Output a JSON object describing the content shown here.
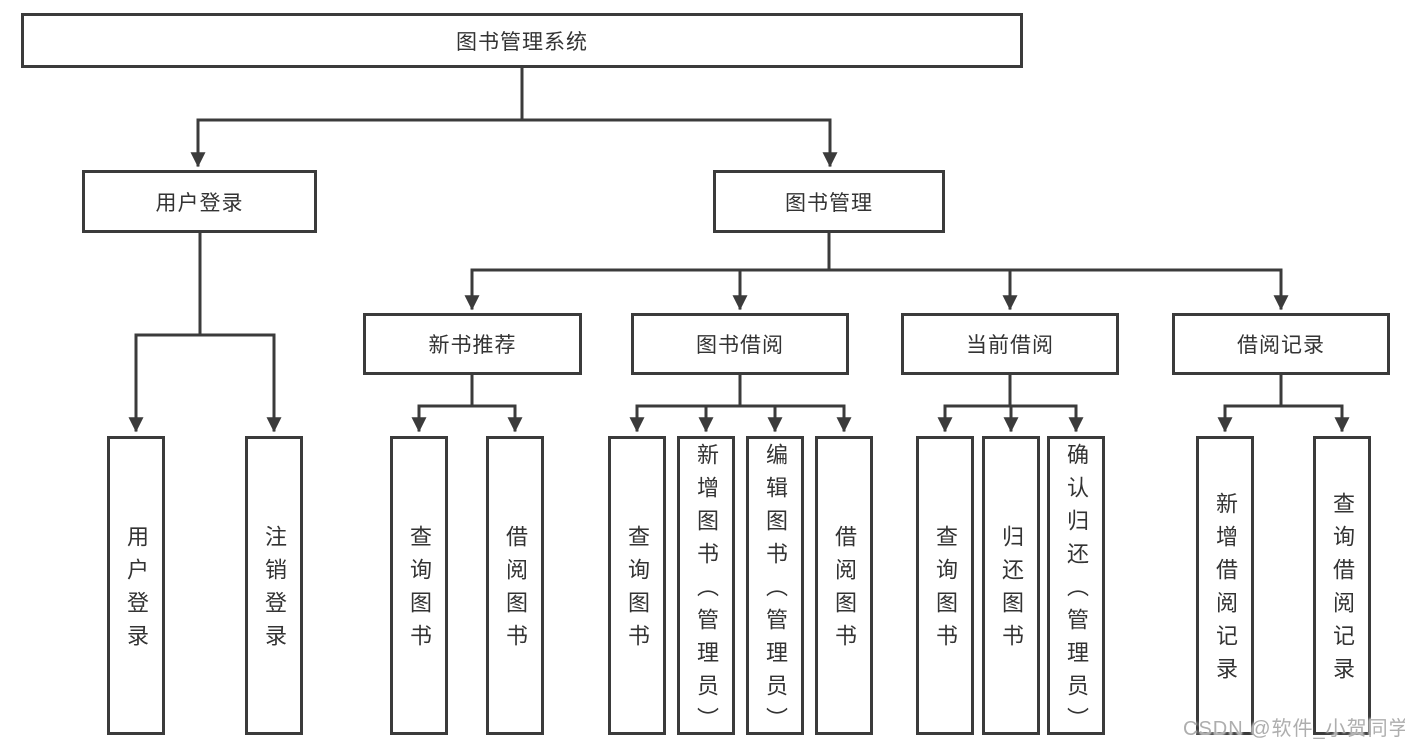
{
  "diagram_title": "图书管理系统",
  "tree": {
    "label": "图书管理系统",
    "children": [
      {
        "label": "用户登录",
        "children": [
          {
            "label": "用户登录"
          },
          {
            "label": "注销登录"
          }
        ]
      },
      {
        "label": "图书管理",
        "children": [
          {
            "label": "新书推荐",
            "children": [
              {
                "label": "查询图书"
              },
              {
                "label": "借阅图书"
              }
            ]
          },
          {
            "label": "图书借阅",
            "children": [
              {
                "label": "查询图书"
              },
              {
                "label": "新增图书（管理员）"
              },
              {
                "label": "编辑图书（管理员）"
              },
              {
                "label": "借阅图书"
              }
            ]
          },
          {
            "label": "当前借阅",
            "children": [
              {
                "label": "查询图书"
              },
              {
                "label": "归还图书"
              },
              {
                "label": "确认归还（管理员）"
              }
            ]
          },
          {
            "label": "借阅记录",
            "children": [
              {
                "label": "新增借阅记录"
              },
              {
                "label": "查询借阅记录"
              }
            ]
          }
        ]
      }
    ]
  },
  "watermark": {
    "text": "CSDN @软件_小贺同学"
  },
  "colors": {
    "line": "#3b3b3b",
    "text": "#333333",
    "background": "#ffffff",
    "watermark": "#aeaeae"
  }
}
